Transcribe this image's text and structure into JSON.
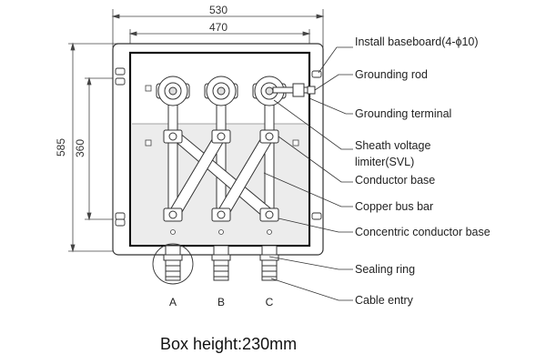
{
  "dimensions": {
    "outer_width": "530",
    "inner_width": "470",
    "outer_height": "585",
    "inner_height": "360"
  },
  "labels": {
    "install_baseboard": "Install baseboard(4-ϕ10)",
    "grounding_rod": "Grounding rod",
    "grounding_terminal": "Grounding terminal",
    "svl_line1": "Sheath voltage",
    "svl_line2": "limiter(SVL)",
    "conductor_base": "Conductor base",
    "copper_bus_bar": "Copper bus bar",
    "concentric_conductor_base": "Concentric conductor base",
    "sealing_ring": "Sealing ring",
    "cable_entry": "Cable entry"
  },
  "phases": [
    "A",
    "B",
    "C"
  ],
  "caption": "Box height:230mm"
}
